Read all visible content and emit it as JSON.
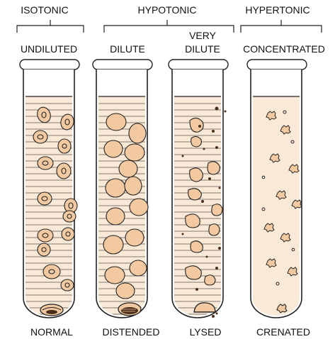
{
  "groups": [
    {
      "label": "ISOTONIC"
    },
    {
      "label": "HYPOTONIC"
    },
    {
      "label": "HYPERTONIC"
    }
  ],
  "tubes": [
    {
      "label": "UNDILUTED",
      "cell_label": "NORMAL",
      "fill": "#fbe9d8"
    },
    {
      "label": "DILUTE",
      "cell_label": "DISTENDED",
      "fill": "#fbe9d8"
    },
    {
      "label_line1": "VERY",
      "label_line2": "DILUTE",
      "cell_label": "LYSED",
      "fill": "#fbe9d8"
    },
    {
      "label": "CONCENTRATED",
      "cell_label": "CRENATED",
      "fill": "#fbe9d8"
    }
  ],
  "colors": {
    "cell": "#f2c9a0",
    "outline": "#222222",
    "cell_dark": "#4a2e1c"
  }
}
